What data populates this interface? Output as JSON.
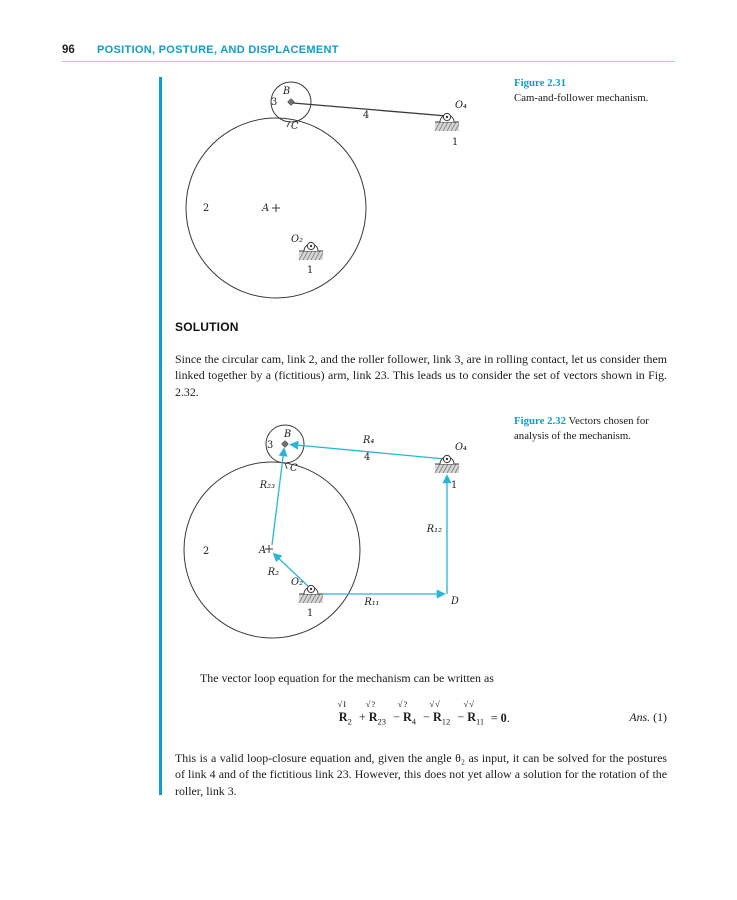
{
  "header": {
    "page_number": "96",
    "running_head": "POSITION, POSTURE, AND DISPLACEMENT"
  },
  "figure31": {
    "label": "Figure 2.31",
    "caption": "Cam-and-follower mechanism.",
    "labels": {
      "B": "B",
      "link3": "3",
      "C": "C",
      "link4": "4",
      "O4": "O₄",
      "one_o4": "1",
      "link2": "2",
      "A": "A",
      "O2": "O₂",
      "one_o2": "1"
    }
  },
  "solution": {
    "heading": "SOLUTION",
    "para1": "Since the circular cam, link 2, and the roller follower, link 3, are in rolling contact, let us consider them linked together by a (fictitious) arm, link 23. This leads us to consider the set of vectors shown in Fig. 2.32."
  },
  "figure32": {
    "label": "Figure 2.32",
    "caption": "Vectors chosen for analysis of the mechanism.",
    "labels": {
      "B": "B",
      "link3": "3",
      "C": "C",
      "R23": "R₂₃",
      "link2": "2",
      "A": "A",
      "R2": "R₂",
      "O2": "O₂",
      "one_o2": "1",
      "R4": "R₄",
      "link4": "4",
      "O4": "O₄",
      "one_o4": "1",
      "R12": "R₁₂",
      "R11": "R₁₁",
      "D": "D"
    }
  },
  "equation": {
    "intro": "The vector loop equation for the mechanism can be written as",
    "terms": [
      {
        "mark": "√I",
        "sign": "",
        "base": "R",
        "sub": "2"
      },
      {
        "mark": "√?",
        "sign": "+",
        "base": "R",
        "sub": "23"
      },
      {
        "mark": "√?",
        "sign": "−",
        "base": "R",
        "sub": "4"
      },
      {
        "mark": "√√",
        "sign": "−",
        "base": "R",
        "sub": "12"
      },
      {
        "mark": "√√",
        "sign": "−",
        "base": "R",
        "sub": "11"
      }
    ],
    "equals": "=",
    "zero": "0",
    "period": ".",
    "ans_label": "Ans.",
    "ans_number": " (1)"
  },
  "closing_para": "This is a valid loop-closure equation and, given the angle θ₂ as input, it can be solved for the postures of link 4 and of the fictitious link 23. However, this does not yet allow a solution for the rotation of the roller, link 3.",
  "colors": {
    "accent": "#0f9ec7",
    "vector": "#2ab5d8"
  }
}
